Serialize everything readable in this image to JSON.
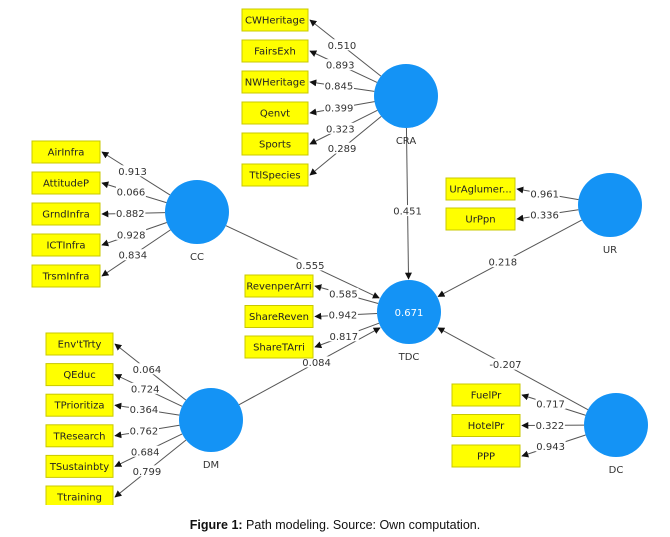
{
  "chart_data": {
    "type": "diagram",
    "title": "Path modeling",
    "latent_variables": [
      {
        "id": "CRA",
        "label": "CRA",
        "r2": null
      },
      {
        "id": "CC",
        "label": "CC",
        "r2": null
      },
      {
        "id": "UR",
        "label": "UR",
        "r2": null
      },
      {
        "id": "TDC",
        "label": "TDC",
        "r2": "0.671"
      },
      {
        "id": "DM",
        "label": "DM",
        "r2": null
      },
      {
        "id": "DC",
        "label": "DC",
        "r2": null
      }
    ],
    "indicators": {
      "CRA": [
        {
          "label": "CWHeritage",
          "loading": "0.510"
        },
        {
          "label": "FairsExh",
          "loading": "0.893"
        },
        {
          "label": "NWHeritage",
          "loading": "0.845"
        },
        {
          "label": "Qenvt",
          "loading": "0.399"
        },
        {
          "label": "Sports",
          "loading": "0.323"
        },
        {
          "label": "TtlSpecies",
          "loading": "0.289"
        }
      ],
      "CC": [
        {
          "label": "AirInfra",
          "loading": "0.913"
        },
        {
          "label": "AttitudeP",
          "loading": "0.066"
        },
        {
          "label": "GrndInfra",
          "loading": "0.882"
        },
        {
          "label": "ICTInfra",
          "loading": "0.928"
        },
        {
          "label": "TrsmInfra",
          "loading": "0.834"
        }
      ],
      "UR": [
        {
          "label": "UrAglumer...",
          "loading": "0.961"
        },
        {
          "label": "UrPpn",
          "loading": "0.336"
        }
      ],
      "TDC": [
        {
          "label": "RevenperArri",
          "loading": "0.585"
        },
        {
          "label": "ShareReven",
          "loading": "0.942"
        },
        {
          "label": "ShareTArri",
          "loading": "0.817"
        }
      ],
      "DM": [
        {
          "label": "Env'tTrty",
          "loading": "0.064"
        },
        {
          "label": "QEduc",
          "loading": "0.724"
        },
        {
          "label": "TPrioritiza",
          "loading": "0.364"
        },
        {
          "label": "TResearch",
          "loading": "0.762"
        },
        {
          "label": "TSustainbty",
          "loading": "0.684"
        },
        {
          "label": "Ttraining",
          "loading": "0.799"
        }
      ],
      "DC": [
        {
          "label": "FuelPr",
          "loading": "0.717"
        },
        {
          "label": "HotelPr",
          "loading": "0.322"
        },
        {
          "label": "PPP",
          "loading": "0.943"
        }
      ]
    },
    "paths": [
      {
        "from": "CRA",
        "to": "TDC",
        "coef": "0.451"
      },
      {
        "from": "CC",
        "to": "TDC",
        "coef": "0.555"
      },
      {
        "from": "UR",
        "to": "TDC",
        "coef": "0.218"
      },
      {
        "from": "DM",
        "to": "TDC",
        "coef": "0.084"
      },
      {
        "from": "DC",
        "to": "TDC",
        "coef": "-0.207"
      }
    ]
  },
  "caption": {
    "prefix": "Figure 1:",
    "text": " Path modeling. Source: Own computation."
  },
  "colors": {
    "latent": "#1493f5",
    "indicator": "#ffff00",
    "edge": "#555555"
  }
}
